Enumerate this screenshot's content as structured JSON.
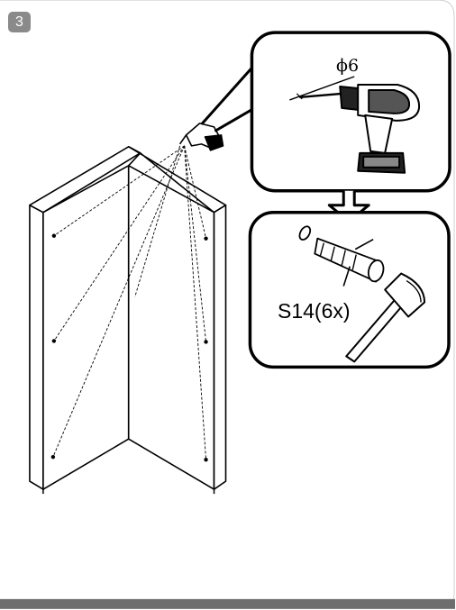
{
  "step": {
    "number": "3"
  },
  "callouts": {
    "drill": {
      "size_label": "ϕ6",
      "icon": "power-drill-icon"
    },
    "anchor": {
      "part_label": "S14(6x)",
      "icons": [
        "wall-plug-icon",
        "hammer-icon"
      ]
    }
  },
  "colors": {
    "badge": "#8a8a8a",
    "line": "#000000",
    "background": "#ffffff",
    "bottom_bar": "#6e6e6e"
  }
}
